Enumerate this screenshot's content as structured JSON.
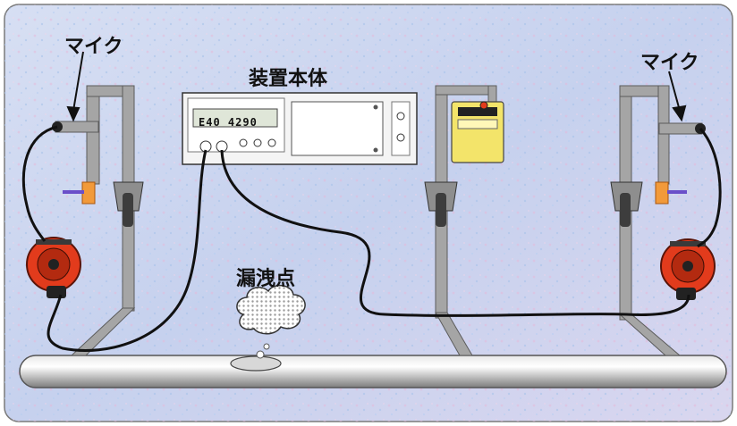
{
  "labels": {
    "microphone_left": "マイク",
    "microphone_right": "マイク",
    "device_body": "装置本体",
    "leak_point": "漏洩点"
  },
  "device": {
    "lcd_readout": "E40 4290"
  },
  "colors": {
    "background_tint": "#c9d4ee",
    "pipe": "#a9a9a9",
    "cable": "#111111",
    "reel": "#e23b1c",
    "clamp": "#f29a3a",
    "battery_box": "#f3e46a"
  }
}
